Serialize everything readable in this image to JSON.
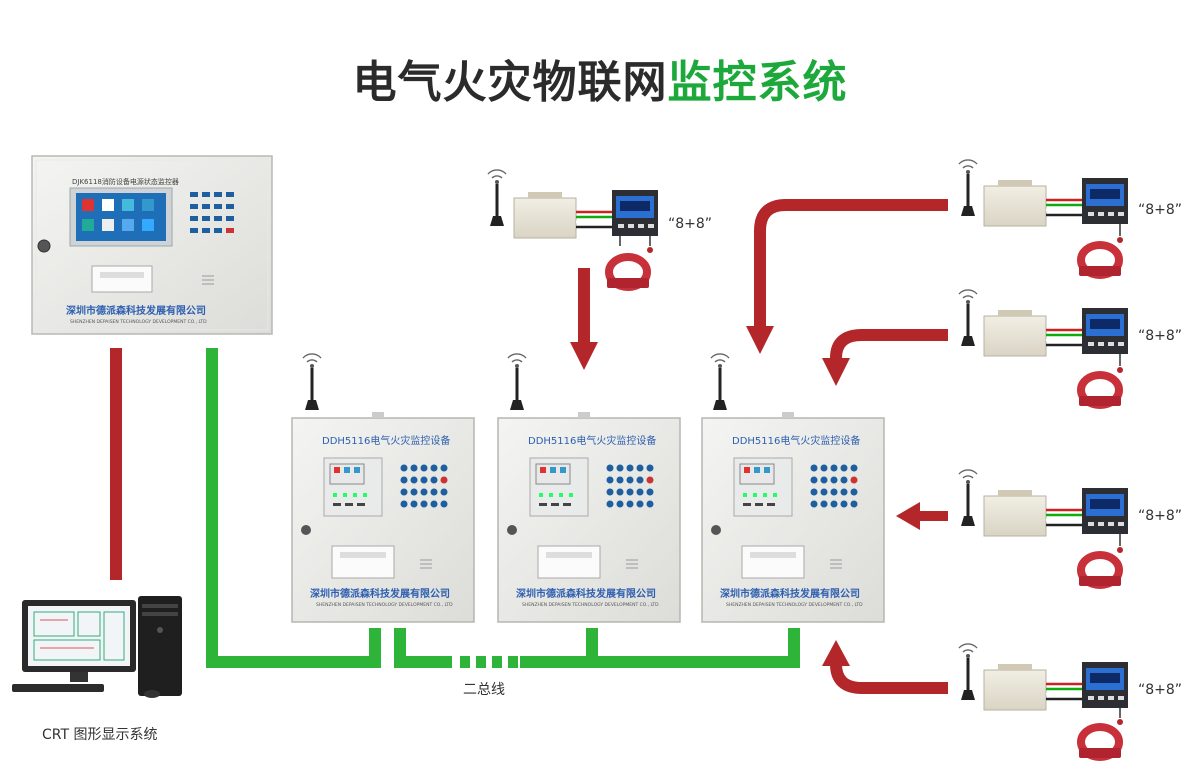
{
  "title": {
    "main": "电气火灾物联网",
    "accent": "监控系统"
  },
  "colors": {
    "bus": "#2fb43a",
    "wire": "#b3262a",
    "accent": "#1ca83a"
  },
  "host": {
    "model": "DJK6118消防设备电源状态监控器",
    "company_cn": "深圳市德派森科技发展有限公司",
    "company_en": "SHENZHEN DEPAISEN TECHNOLOGY DEVELOPMENT CO., LTD"
  },
  "devices": [
    {
      "model": "DDH5116电气火灾监控设备",
      "company_cn": "深圳市德派森科技发展有限公司",
      "company_en": "SHENZHEN DEPAISEN TECHNOLOGY DEVELOPMENT CO., LTD"
    },
    {
      "model": "DDH5116电气火灾监控设备",
      "company_cn": "深圳市德派森科技发展有限公司",
      "company_en": "SHENZHEN DEPAISEN TECHNOLOGY DEVELOPMENT CO., LTD"
    },
    {
      "model": "DDH5116电气火灾监控设备",
      "company_cn": "深圳市德派森科技发展有限公司",
      "company_en": "SHENZHEN DEPAISEN TECHNOLOGY DEVELOPMENT CO., LTD"
    }
  ],
  "detector_label": "“8+8”",
  "detectors": [
    {
      "label": "“8+8”"
    },
    {
      "label": "“8+8”"
    },
    {
      "label": "“8+8”"
    },
    {
      "label": "“8+8”"
    },
    {
      "label": "“8+8”"
    }
  ],
  "labels": {
    "bus": "二总线",
    "crt": "CRT 图形显示系统"
  },
  "icons": [
    "antenna-icon",
    "computer-icon",
    "current-transformer-icon",
    "meter-icon"
  ]
}
